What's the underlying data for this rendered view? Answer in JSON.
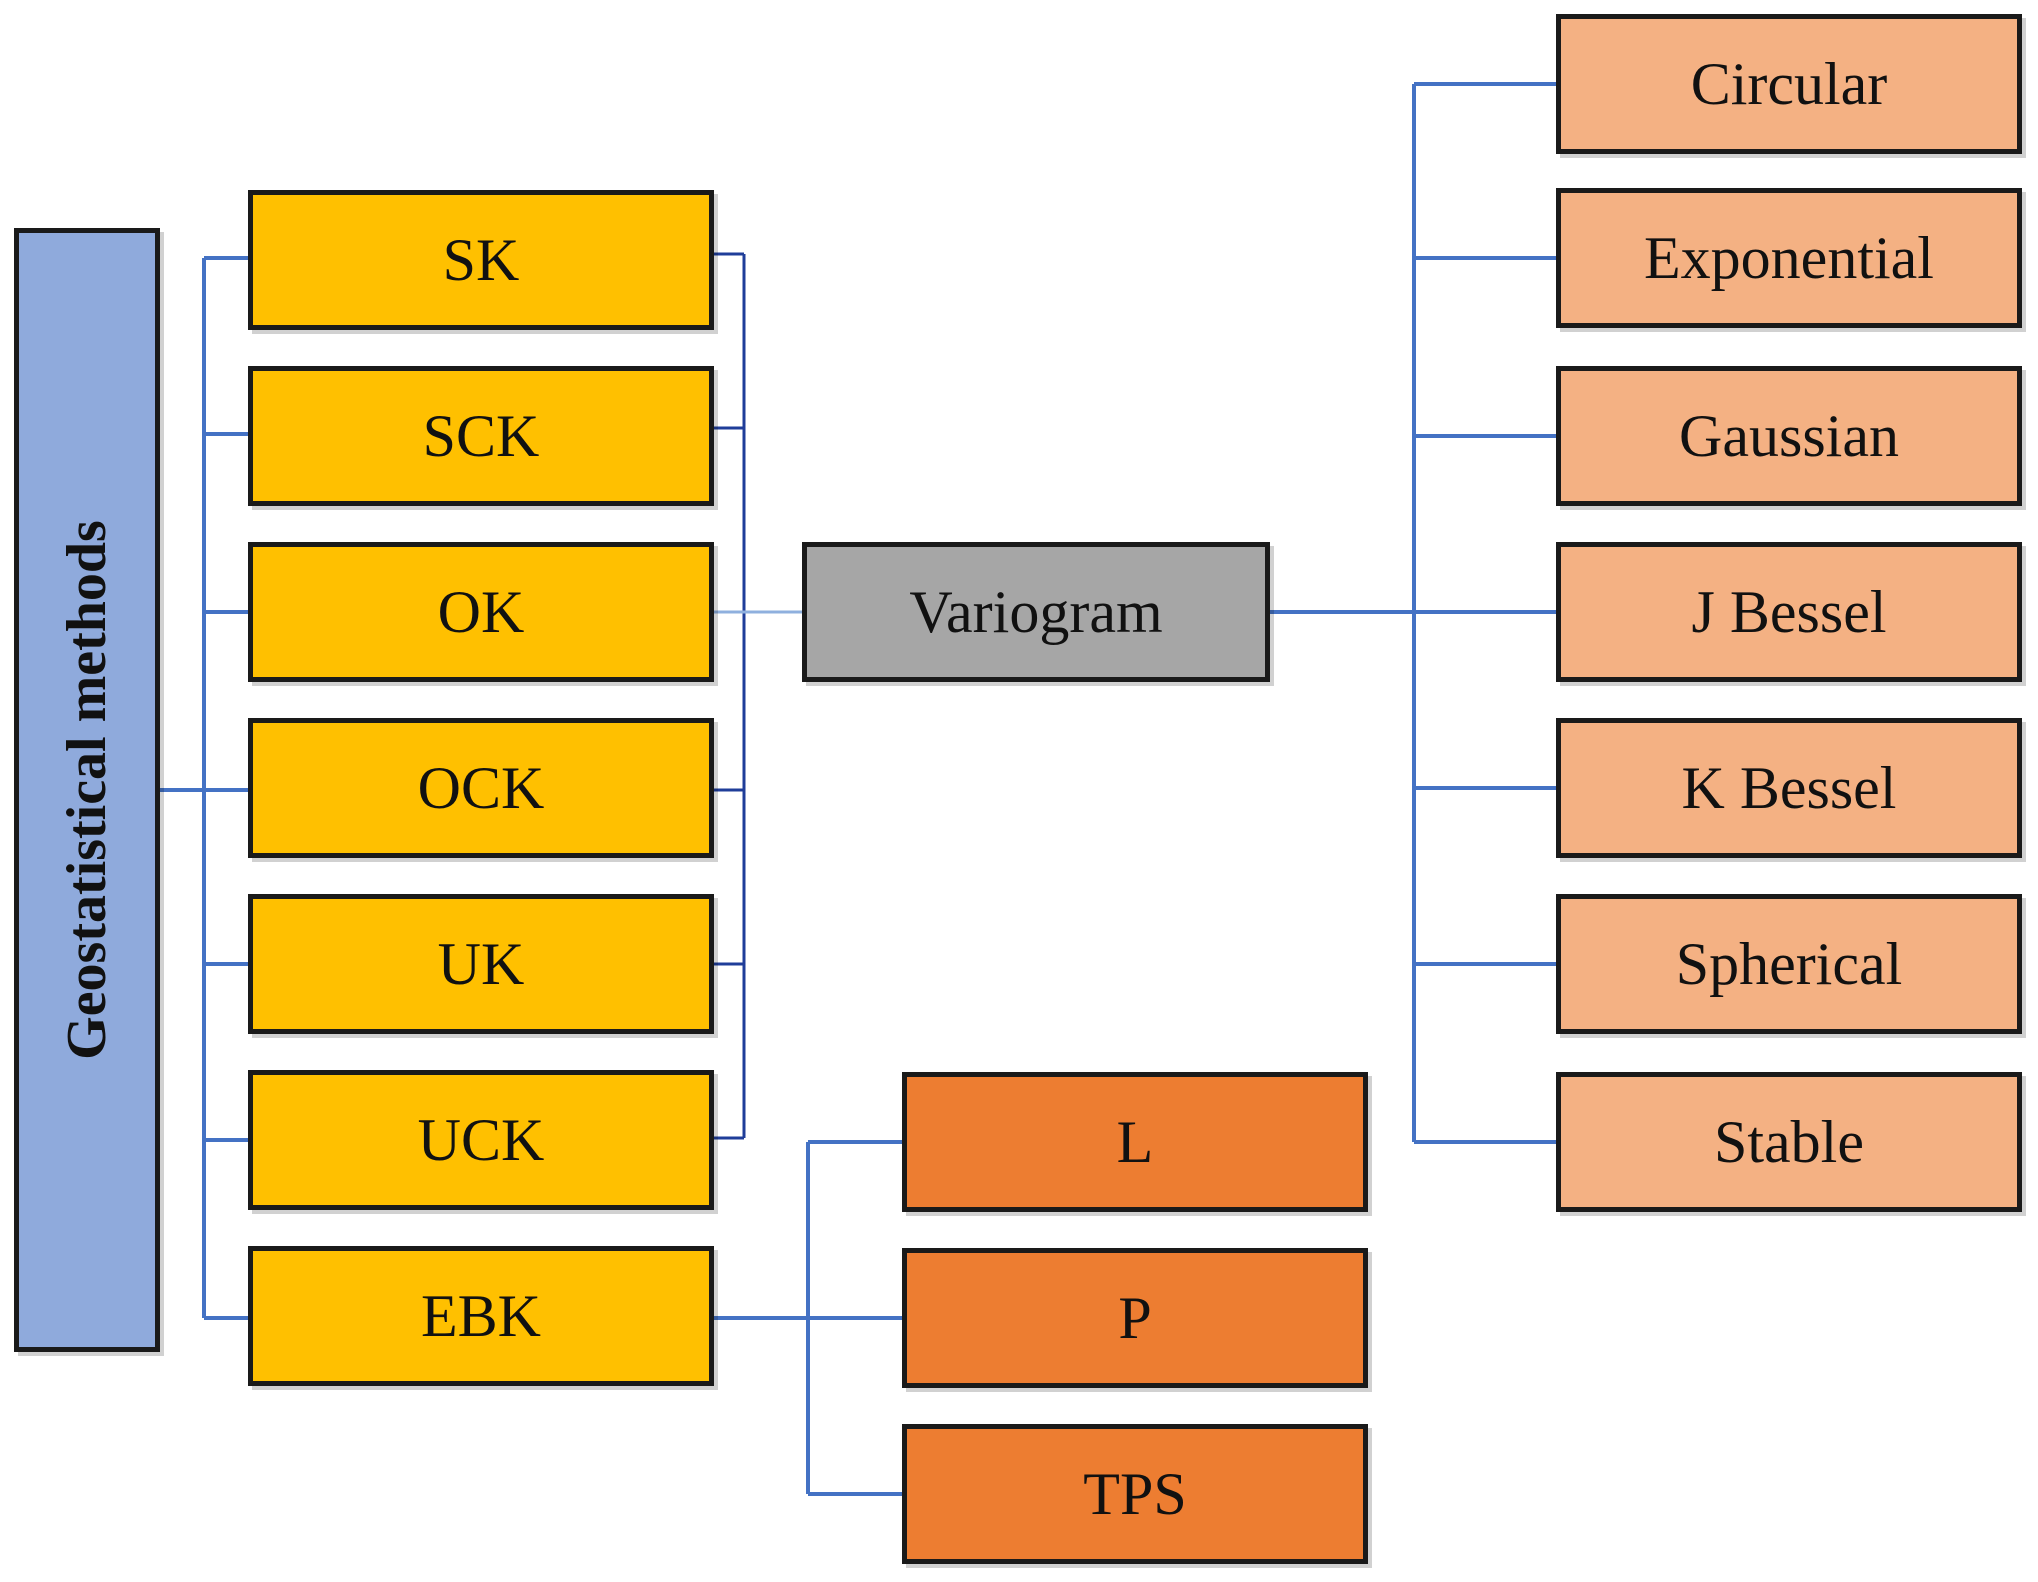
{
  "root_label": "Geostatistical methods",
  "methods": [
    {
      "label": "SK"
    },
    {
      "label": "SCK"
    },
    {
      "label": "OK"
    },
    {
      "label": "OCK"
    },
    {
      "label": "UK"
    },
    {
      "label": "UCK"
    },
    {
      "label": "EBK"
    }
  ],
  "variogram_label": "Variogram",
  "variogram_models": [
    {
      "label": "Circular"
    },
    {
      "label": "Exponential"
    },
    {
      "label": "Gaussian"
    },
    {
      "label": "J Bessel"
    },
    {
      "label": "K Bessel"
    },
    {
      "label": "Spherical"
    },
    {
      "label": "Stable"
    }
  ],
  "ebk_options": [
    {
      "label": "L"
    },
    {
      "label": "P"
    },
    {
      "label": "TPS"
    }
  ],
  "colors": {
    "root": "#8faadc",
    "method": "#ffc000",
    "variogram": "#a6a6a6",
    "variogram_model": "#f4b183",
    "ebk_option": "#ed7d31",
    "connector_blue": "#4472c4",
    "connector_navy": "#1f3d99"
  }
}
